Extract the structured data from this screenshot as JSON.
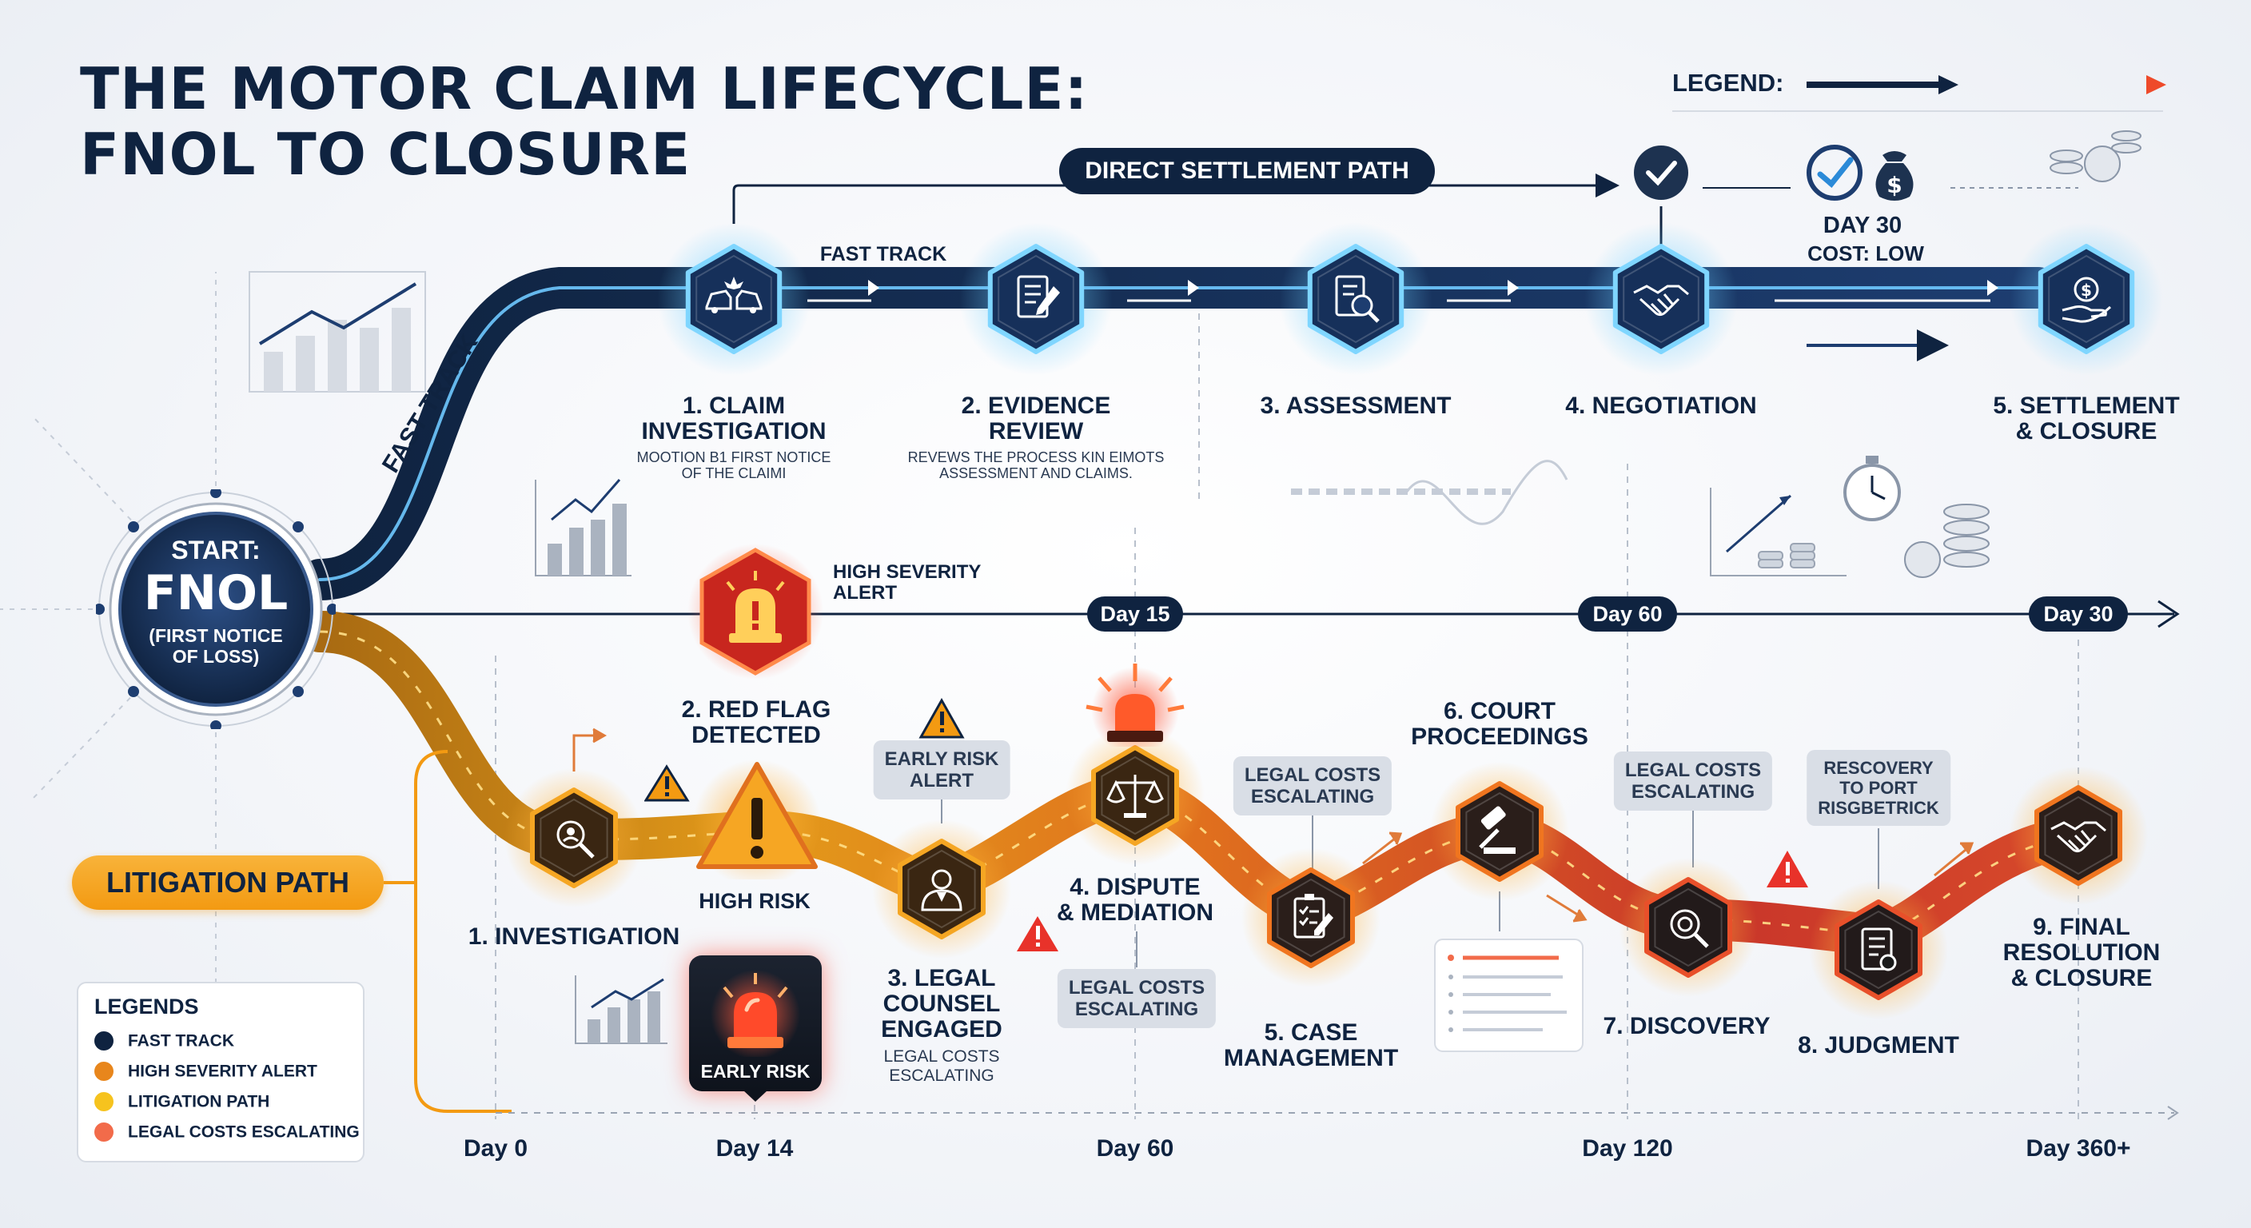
{
  "title": {
    "line1": "THE MOTOR CLAIM LIFECYCLE:",
    "line2": "FNOL TO CLOSURE"
  },
  "legend_top": {
    "label": "LEGEND:",
    "colors": {
      "fast_track": "#0f2340",
      "litigation": "#f5821f"
    }
  },
  "start": {
    "line1": "START:",
    "line2": "FNOL",
    "line3a": "(FIRST NOTICE",
    "line3b": "OF LOSS)"
  },
  "fast_track_label": "FAST TRACK",
  "fast_track_segment_label": "FAST TRACK",
  "direct_settlement": "DIRECT SETTLEMENT PATH",
  "settlement_info": {
    "day": "DAY 30",
    "cost": "COST: LOW"
  },
  "fast_steps": [
    {
      "l1": "1. CLAIM",
      "l2": "INVESTIGATION",
      "s1": "MOOTION B1 FIRST NOTICE",
      "s2": "OF THE CLAIMI",
      "icon": "car-crash-icon"
    },
    {
      "l1": "2. EVIDENCE",
      "l2": "REVIEW",
      "s1": "REVEWS THE PROCESS KIN EIMOTS",
      "s2": "ASSESSMENT AND CLAIMS.",
      "icon": "document-edit-icon"
    },
    {
      "l1": "3. ASSESSMENT",
      "l2": "",
      "icon": "magnify-document-icon"
    },
    {
      "l1": "4. NEGOTIATION",
      "l2": "",
      "icon": "handshake-icon"
    },
    {
      "l1": "5. SETTLEMENT",
      "l2": "& CLOSURE",
      "icon": "money-hand-icon"
    }
  ],
  "alert": {
    "l1": "HIGH SEVERITY",
    "l2": "ALERT"
  },
  "mid_days": [
    "Day 15",
    "Day 60",
    "Day 30"
  ],
  "litigation_path": "LITIGATION PATH",
  "lit_steps": [
    {
      "l1": "1. INVESTIGATION",
      "l2": "",
      "l3": ""
    },
    {
      "l1": "2. RED FLAG",
      "l2": "DETECTED",
      "l3": ""
    },
    {
      "l1": "3. LEGAL",
      "l2": "COUNSEL",
      "l3": "ENGAGED"
    },
    {
      "l1": "4. DISPUTE",
      "l2": "& MEDIATION",
      "l3": ""
    },
    {
      "l1": "5. CASE",
      "l2": "MANAGEMENT",
      "l3": ""
    },
    {
      "l1": "6. COURT",
      "l2": "PROCEEDINGS",
      "l3": ""
    },
    {
      "l1": "7. DISCOVERY",
      "l2": "",
      "l3": ""
    },
    {
      "l1": "8. JUDGMENT",
      "l2": "",
      "l3": ""
    },
    {
      "l1": "9. FINAL",
      "l2": "RESOLUTION",
      "l3": "& CLOSURE"
    }
  ],
  "high_risk": "HIGH RISK",
  "early_risk": "EARLY RISK",
  "legal_costs_sub": {
    "l1": "LEGAL COSTS",
    "l2": "ESCALATING"
  },
  "callouts": [
    {
      "l1": "EARLY RISK",
      "l2": "ALERT",
      "l3": ""
    },
    {
      "l1": "LEGAL COSTS",
      "l2": "ESCALATING",
      "l3": ""
    },
    {
      "l1": "LEGAL COSTS",
      "l2": "ESCALATING",
      "l3": ""
    },
    {
      "l1": "LEGAL COSTS",
      "l2": "ESCALATING",
      "l3": ""
    },
    {
      "l1": "RESCOVERY",
      "l2": "TO PORT",
      "l3": "RISGBETRICK"
    }
  ],
  "bottom_days": [
    "Day 0",
    "Day 14",
    "Day 60",
    "Day 120",
    "Day 360+"
  ],
  "legends": {
    "title": "LEGENDS",
    "items": [
      {
        "label": "FAST TRACK",
        "color": "#0f2340"
      },
      {
        "label": "HIGH SEVERITY ALERT",
        "color": "#e8861c"
      },
      {
        "label": "LITIGATION PATH",
        "color": "#f6c31e"
      },
      {
        "label": "LEGAL COSTS ESCALATING",
        "color": "#f26b4a"
      }
    ]
  }
}
